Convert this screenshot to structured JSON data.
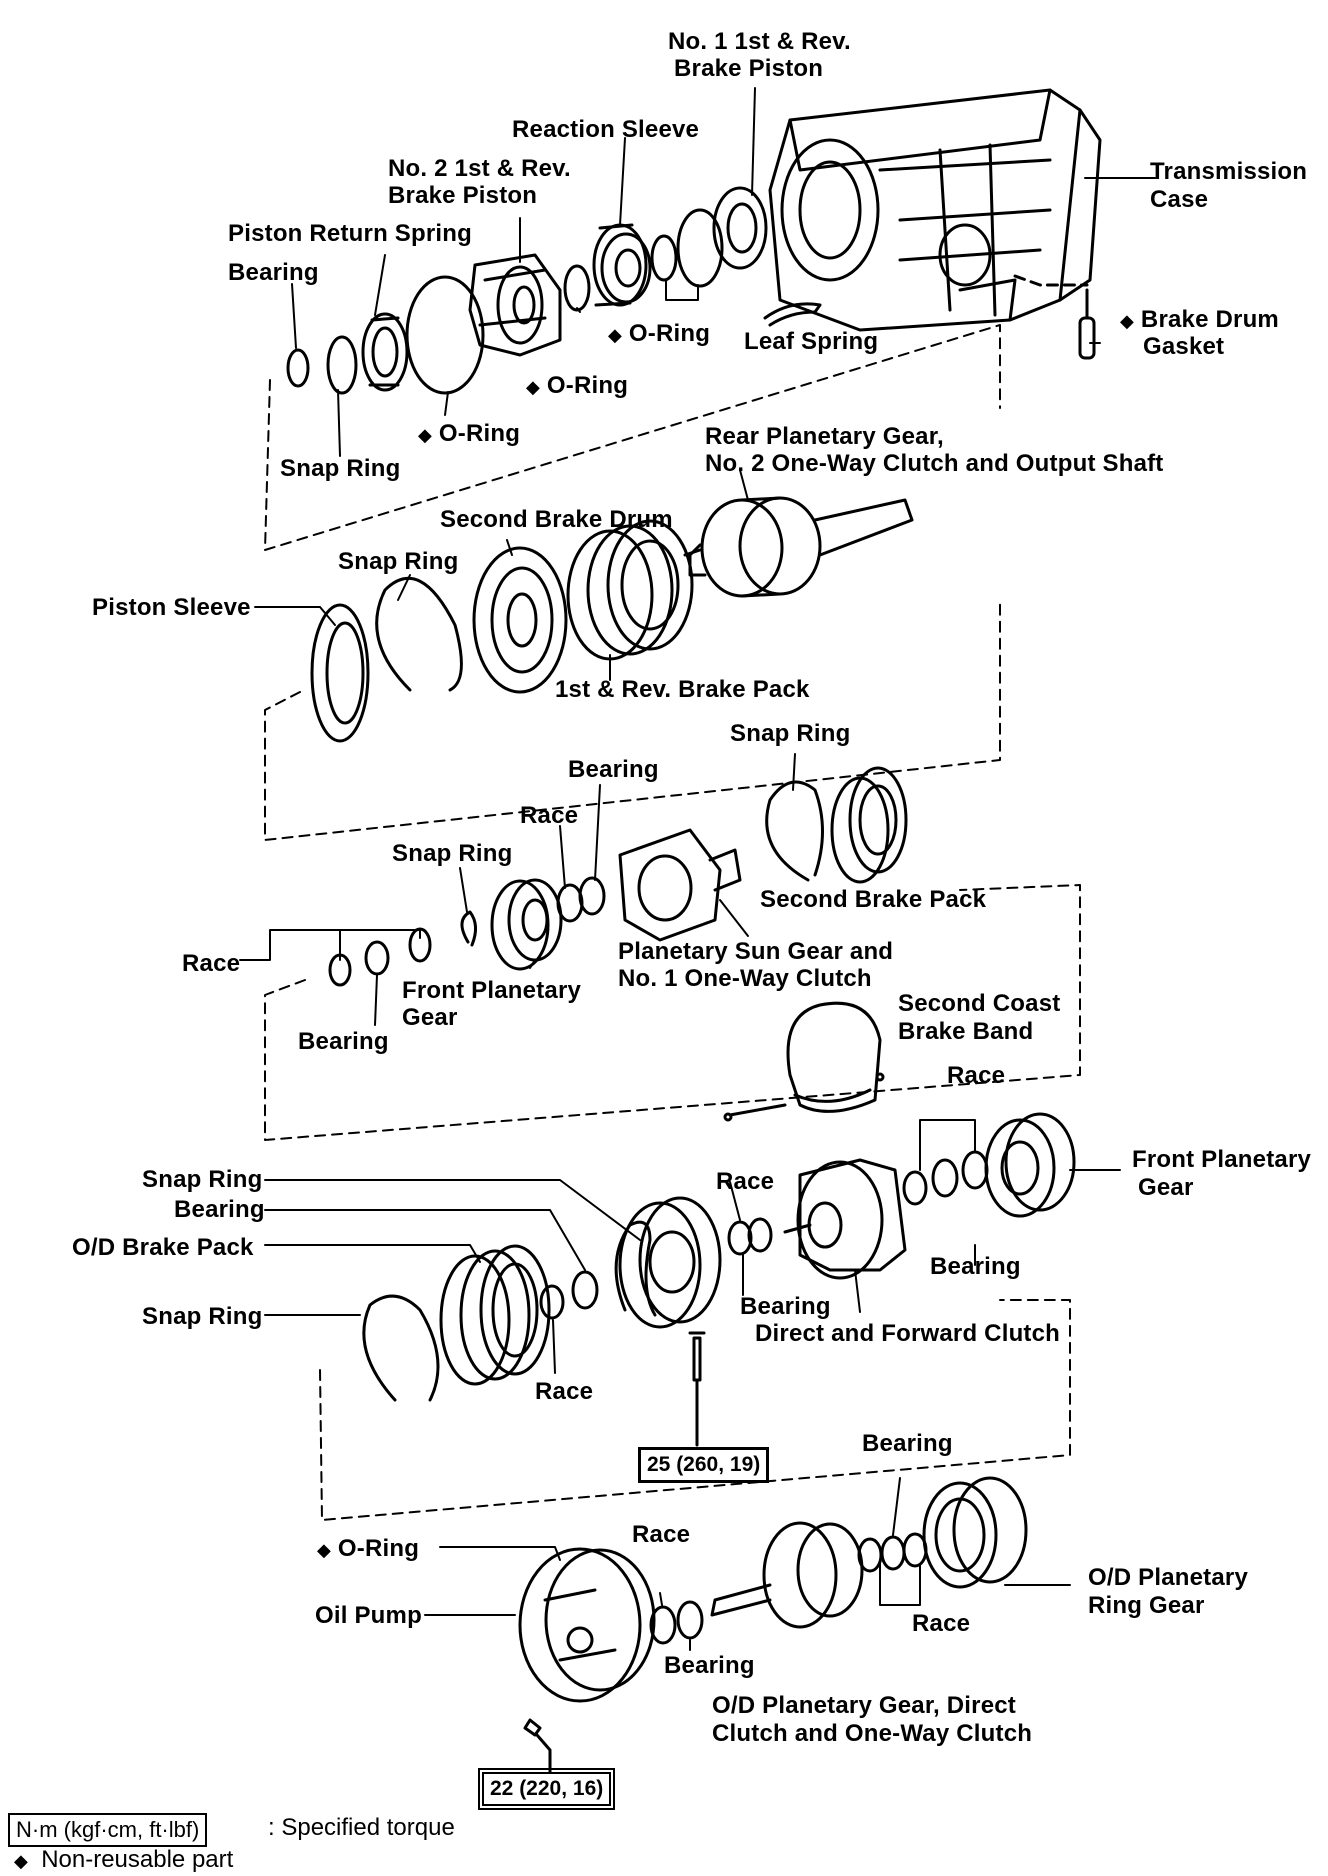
{
  "labels": {
    "no1_piston_1": "No. 1 1st & Rev.",
    "no1_piston_2": "Brake Piston",
    "reaction_sleeve": "Reaction Sleeve",
    "no2_piston_1": "No. 2 1st & Rev.",
    "no2_piston_2": "Brake Piston",
    "piston_return_spring": "Piston Return Spring",
    "bearing_top": "Bearing",
    "transmission_case_1": "Transmission",
    "transmission_case_2": "Case",
    "oring_a": "O-Ring",
    "leaf_spring": "Leaf Spring",
    "brake_drum_gasket_1": "Brake Drum",
    "brake_drum_gasket_2": "Gasket",
    "oring_b": "O-Ring",
    "oring_c": "O-Ring",
    "snap_ring_1": "Snap Ring",
    "rear_planetary_1": "Rear Planetary Gear,",
    "rear_planetary_2": "No. 2 One-Way Clutch and Output Shaft",
    "second_brake_drum": "Second Brake Drum",
    "snap_ring_2": "Snap Ring",
    "piston_sleeve": "Piston Sleeve",
    "first_rev_brake_pack": "1st & Rev. Brake Pack",
    "snap_ring_3": "Snap Ring",
    "bearing_mid": "Bearing",
    "race_mid": "Race",
    "snap_ring_4": "Snap Ring",
    "second_brake_pack": "Second Brake Pack",
    "race_left": "Race",
    "planetary_sun_1": "Planetary Sun Gear and",
    "planetary_sun_2": "No. 1 One-Way Clutch",
    "front_planetary_gear_1": "Front Planetary",
    "front_planetary_gear_2": "Gear",
    "bearing_left": "Bearing",
    "second_coast_1": "Second Coast",
    "second_coast_2": "Brake Band",
    "race_right": "Race",
    "front_planetary_r_1": "Front Planetary",
    "front_planetary_r_2": "Gear",
    "snap_ring_5": "Snap Ring",
    "bearing_5": "Bearing",
    "od_brake_pack": "O/D Brake Pack",
    "race_df": "Race",
    "bearing_df": "Bearing",
    "bearing_race": "Bearing",
    "direct_forward": "Direct and Forward Clutch",
    "snap_ring_6": "Snap Ring",
    "race_od": "Race",
    "bearing_od_ring": "Bearing",
    "oring_pump": "O-Ring",
    "race_pump": "Race",
    "oil_pump": "Oil Pump",
    "bearing_pump": "Bearing",
    "od_planetary_gear_1": "O/D Planetary Gear, Direct",
    "od_planetary_gear_2": "Clutch and One-Way Clutch",
    "race_bottom": "Race",
    "od_ring_gear_1": "O/D Planetary",
    "od_ring_gear_2": "Ring Gear"
  },
  "torques": {
    "t1": "25 (260, 19)",
    "t2": "22 (220, 16)"
  },
  "legend": {
    "unit_box": "N·m (kgf·cm, ft·lbf)",
    "unit_text": ": Specified torque",
    "nonreusable_symbol": "◆",
    "nonreusable_text": "Non-reusable part"
  },
  "marker": "◆"
}
